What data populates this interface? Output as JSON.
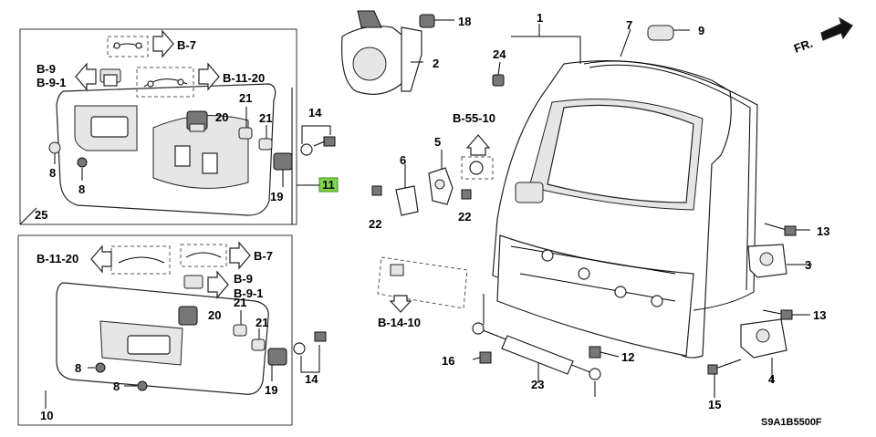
{
  "diagram_code": "S9A1B5500F",
  "direction_label": "FR.",
  "highlight_color": "#7fd64a",
  "references": {
    "b7": "B-7",
    "b9": "B-9",
    "b91": "B-9-1",
    "b1120": "B-11-20",
    "b5510": "B-55-10",
    "b1410": "B-14-10"
  },
  "parts": {
    "p1": "1",
    "p2": "2",
    "p3": "3",
    "p4": "4",
    "p5": "5",
    "p6": "6",
    "p7": "7",
    "p8": "8",
    "p9": "9",
    "p10": "10",
    "p11": "11",
    "p12": "12",
    "p13": "13",
    "p14": "14",
    "p15": "15",
    "p16": "16",
    "p18": "18",
    "p19": "19",
    "p20": "20",
    "p21": "21",
    "p22": "22",
    "p23": "23",
    "p24": "24",
    "p25": "25"
  }
}
